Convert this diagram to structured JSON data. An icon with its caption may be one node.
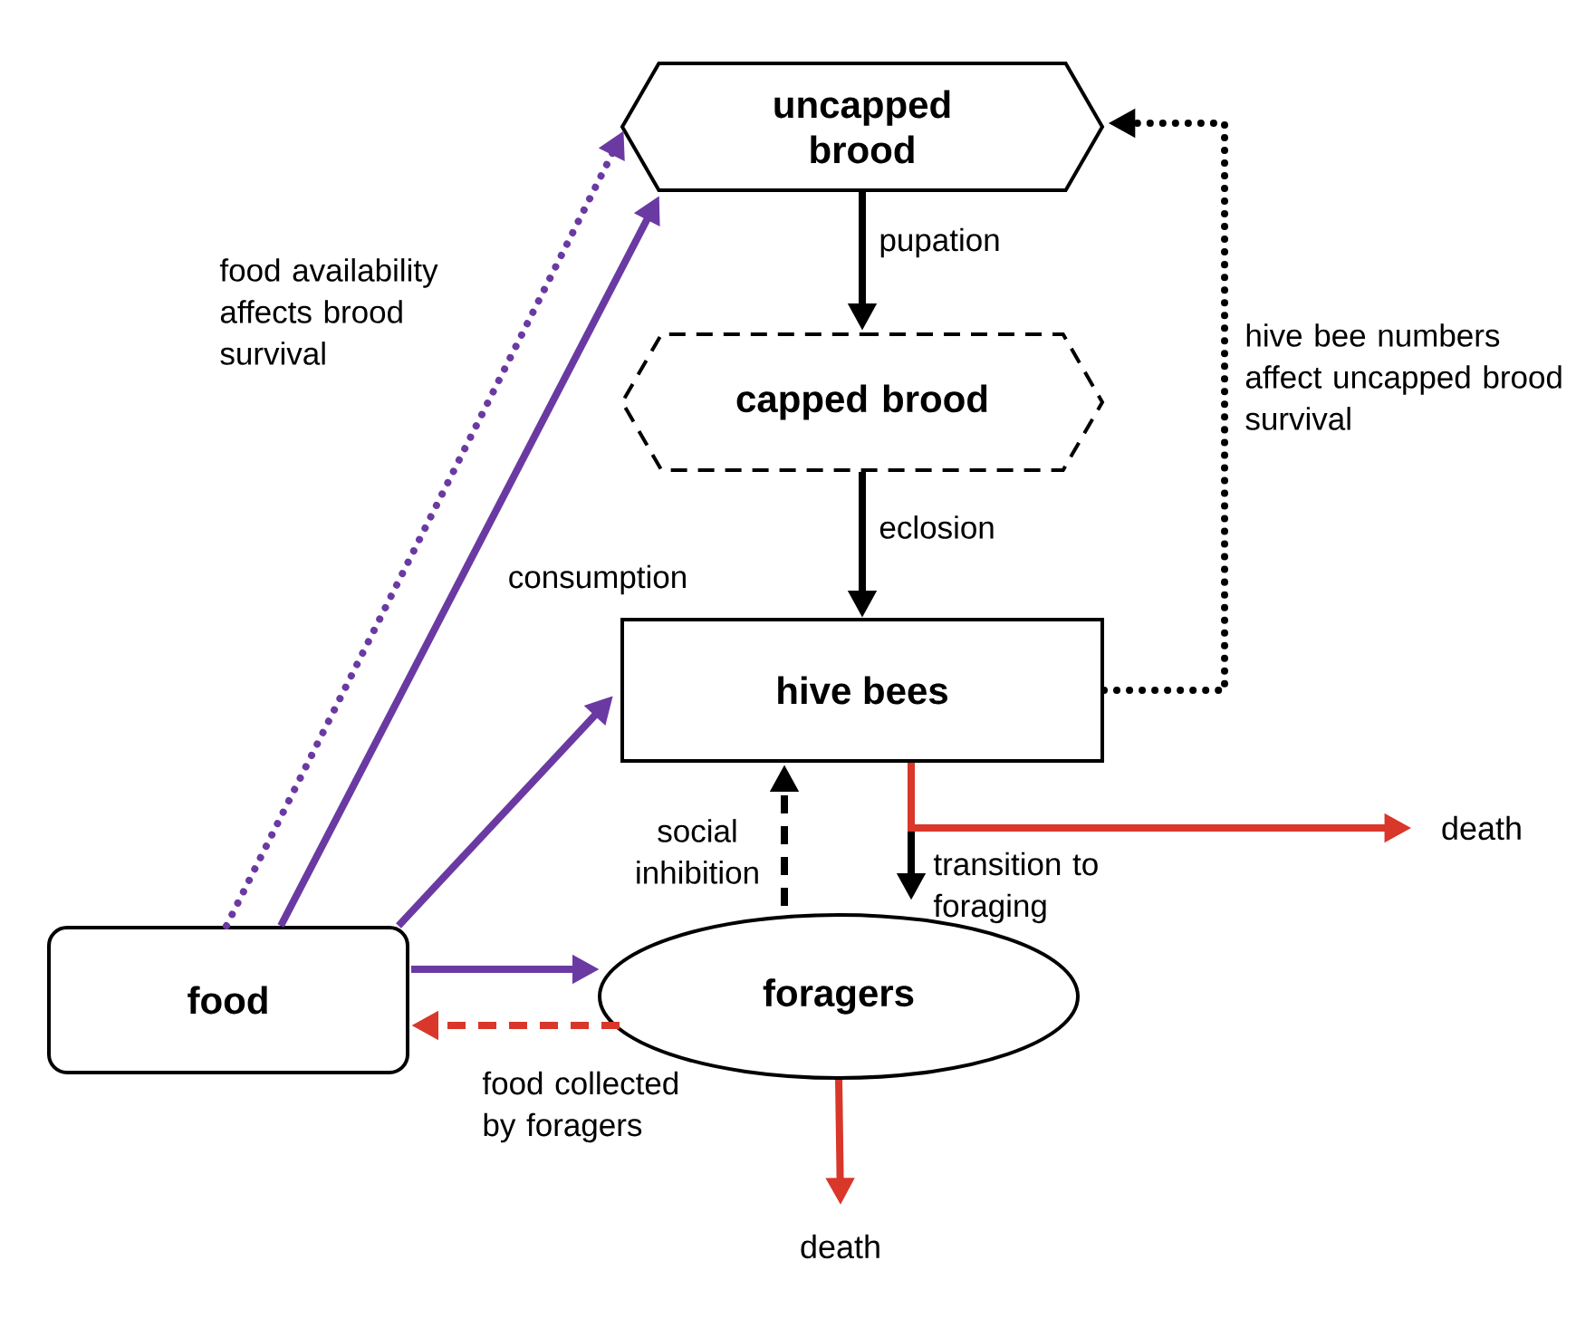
{
  "diagram": {
    "nodes": [
      {
        "text": [
          "uncapped brood"
        ]
      },
      {
        "text": [
          "capped brood"
        ]
      },
      {
        "text": [
          "hive bees"
        ]
      },
      {
        "text": [
          "food"
        ]
      },
      {
        "text": [
          "foragers"
        ]
      },
      {
        "text": [
          "death"
        ]
      },
      {
        "text": [
          "death"
        ]
      }
    ],
    "edges": [
      {
        "from": 0,
        "to": 1,
        "arrow": "to",
        "label": "pupation"
      },
      {
        "from": 1,
        "to": 2,
        "arrow": "to",
        "label": "eclosion"
      },
      {
        "from": 2,
        "to": 0,
        "arrow": "to",
        "style": "dashed",
        "label": "hive bee numbers affect uncapped brood survival"
      },
      {
        "from": 3,
        "to": 0,
        "arrow": "to",
        "style": "dashed",
        "color": "#6a3aa2",
        "label": "food availability affects brood survival"
      },
      {
        "from": 3,
        "to": 0,
        "arrow": "to",
        "color": "#6a3aa2",
        "label": "consumption"
      },
      {
        "from": 3,
        "to": 2,
        "arrow": "to",
        "color": "#6a3aa2"
      },
      {
        "from": 3,
        "to": 4,
        "arrow": "to",
        "color": "#6a3aa2"
      },
      {
        "from": 4,
        "to": 3,
        "arrow": "to",
        "style": "dashed",
        "color": "#d8372a",
        "label": "food collected by foragers"
      },
      {
        "from": 4,
        "to": 2,
        "arrow": "to",
        "style": "dashed",
        "label": "social inhibition"
      },
      {
        "from": 2,
        "to": 4,
        "arrow": "to",
        "label": "transition to foraging"
      },
      {
        "from": 2,
        "to": 5,
        "arrow": "to",
        "color": "#d8372a"
      },
      {
        "from": 4,
        "to": 6,
        "arrow": "to",
        "color": "#d8372a"
      }
    ]
  }
}
